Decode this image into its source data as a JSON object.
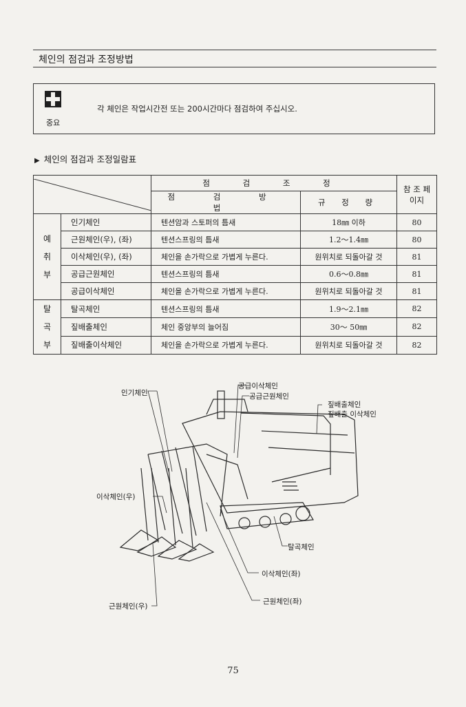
{
  "header": {
    "title": "체인의 점검과 조정방법"
  },
  "notice": {
    "label": "중요",
    "text": "각 체인은 작업시간전 또는 200시간마다 점검하여 주십시오.",
    "icon": "medical-cross-icon"
  },
  "section": {
    "title": "체인의 점검과 조정일람표"
  },
  "table": {
    "head_group": "점 검 조 정",
    "head_ref": "참 조 페이지",
    "head_method": "점 검 방 법",
    "head_spec": "규 정 량",
    "groups": [
      {
        "label": "예 취 부",
        "rows": [
          {
            "name": "인기체인",
            "method": "텐션암과 스토퍼의 틈새",
            "spec": "18㎜ 이하",
            "page": "80"
          },
          {
            "name": "근원체인(우), (좌)",
            "method": "텐션스프링의 틈새",
            "spec": "1.2～1.4㎜",
            "page": "80"
          },
          {
            "name": "이삭체인(우), (좌)",
            "method": "체인을 손가락으로 가볍게 누른다.",
            "spec": "원위치로 되돌아갈 것",
            "page": "81"
          },
          {
            "name": "공급근원체인",
            "method": "텐션스프링의 틈새",
            "spec": "0.6～0.8㎜",
            "page": "81"
          },
          {
            "name": "공급이삭체인",
            "method": "체인을 손가락으로 가볍게 누른다.",
            "spec": "원위치로 되돌아갈 것",
            "page": "81"
          }
        ]
      },
      {
        "label": "탈 곡 부",
        "rows": [
          {
            "name": "탈곡체인",
            "method": "텐션스프링의 틈새",
            "spec": "1.9～2.1㎜",
            "page": "82"
          },
          {
            "name": "짚배출체인",
            "method": "체인 중앙부의 늘어짐",
            "spec": "30～ 50㎜",
            "page": "82"
          },
          {
            "name": "짚배출이삭체인",
            "method": "체인을 손가락으로 가볍게 누른다.",
            "spec": "원위치로 되돌아갈 것",
            "page": "82"
          }
        ]
      }
    ]
  },
  "figure": {
    "labels": {
      "inki": "인기체인",
      "supply_ear": "공급이삭체인",
      "supply_root": "공급근원체인",
      "straw_out": "짚배출체인",
      "straw_out_ear": "짚배출 이삭체인",
      "ear_right": "이삭체인(우)",
      "threshing": "탈곡체인",
      "ear_left": "이삭체인(좌)",
      "root_right": "근원체인(우)",
      "root_left": "근원체인(좌)"
    }
  },
  "page": {
    "number": "75"
  }
}
